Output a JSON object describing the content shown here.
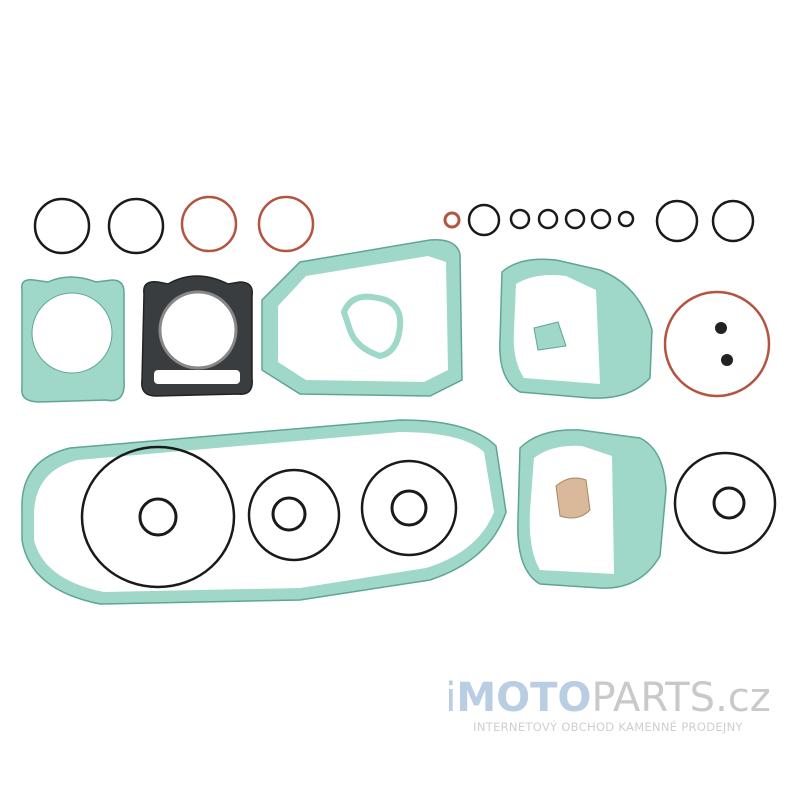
{
  "watermark": {
    "brand_prefix": "i",
    "brand_bold": "MOTO",
    "brand_rest": "PARTS",
    "brand_tld": ".cz",
    "tagline": "INTERNETOVÝ OBCHOD KAMENNÉ PRODEJNY"
  },
  "colors": {
    "gasket_fill": "#9fd8c8",
    "gasket_edge": "#5fa596",
    "oring_black": "#1a1a1a",
    "oring_copper": "#b4533f",
    "head_gasket": "#3a3d40",
    "paper_gasket": "#d9b99a"
  }
}
